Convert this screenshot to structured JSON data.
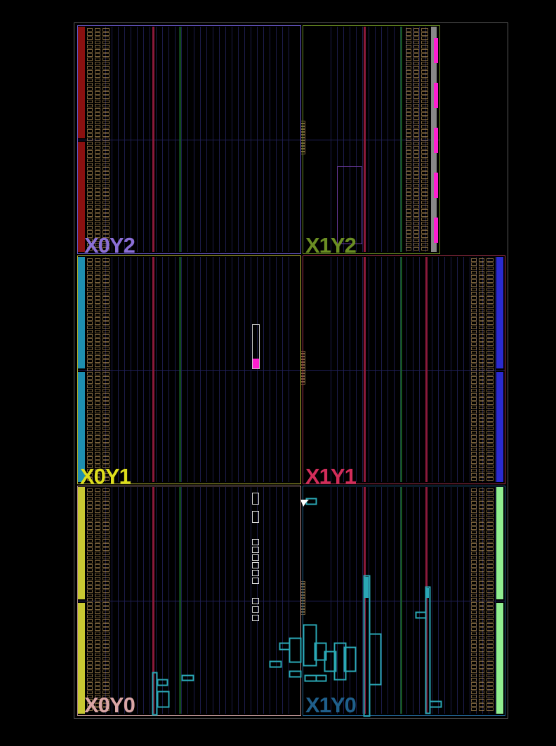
{
  "view": {
    "title": "Device floorplan",
    "background": "#000000",
    "border_color": "#5a5a5a"
  },
  "regions": [
    {
      "id": "x0y2",
      "label": "X0Y2",
      "label_color": "#8b6fd6",
      "border_color": "#6a5acd",
      "edge_color": "#8b1010"
    },
    {
      "id": "x1y2",
      "label": "X1Y2",
      "label_color": "#6b8e23",
      "border_color": "#6b8e23",
      "edge_color": "#888888"
    },
    {
      "id": "x0y1",
      "label": "X0Y1",
      "label_color": "#dede1c",
      "border_color": "#b8b832",
      "edge_color": "#1e8fb0"
    },
    {
      "id": "x1y1",
      "label": "X1Y1",
      "label_color": "#d22d5a",
      "border_color": "#a8324e",
      "edge_color": "#2b2bd0"
    },
    {
      "id": "x0y0",
      "label": "X0Y0",
      "label_color": "#d9a5a5",
      "border_color": "#b89090",
      "edge_color": "#c8c832"
    },
    {
      "id": "x1y0",
      "label": "X1Y0",
      "label_color": "#1f5f8b",
      "border_color": "#1f5f8b",
      "edge_color": "#90ee90"
    }
  ],
  "colors": {
    "io_column": "#c8a060",
    "clock_column": "#8b1a3a",
    "dsp_column": "#1a6e2a",
    "grid_line": "#1c1c4a",
    "placed_cell": "#2aa7b5",
    "highlight": "#ff1fd0",
    "macro_box": "#6a3aa0"
  }
}
